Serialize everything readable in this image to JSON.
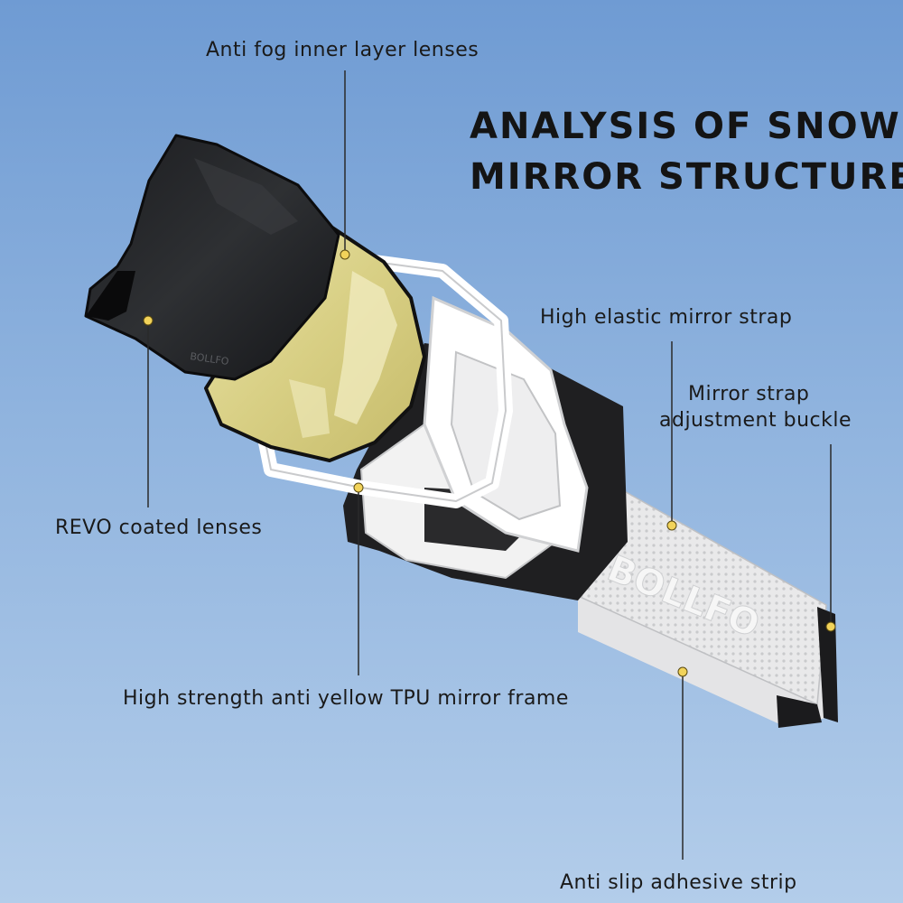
{
  "title": {
    "line1": "ANALYSIS OF SNOW",
    "line2": "MIRROR STRUCTURE"
  },
  "brand": "BOLLFO",
  "callouts": {
    "anti_fog": "Anti fog inner layer lenses",
    "revo": "REVO coated lenses",
    "strap": "High elastic mirror strap",
    "buckle_line1": "Mirror strap",
    "buckle_line2": "adjustment buckle",
    "frame": "High strength anti yellow TPU mirror frame",
    "adhesive": "Anti slip adhesive strip"
  },
  "colors": {
    "marker": "#f2d35a",
    "leader": "#2a2a2a"
  }
}
